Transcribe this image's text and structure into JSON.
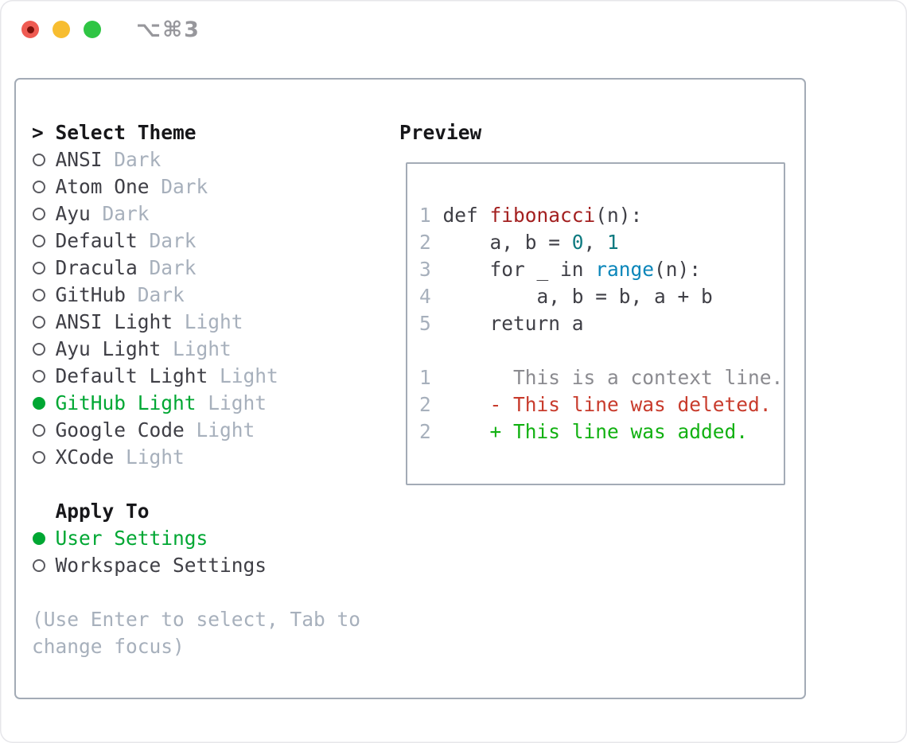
{
  "window": {
    "title": "⌥⌘3",
    "traffic_lights": [
      "close",
      "minimize",
      "zoom"
    ]
  },
  "colors": {
    "text_dark": "#3f3f46",
    "text_black": "#17171a",
    "text_muted": "#a7b0bc",
    "accent_green": "#00a733",
    "function_red": "#a32020",
    "number_teal": "#0e7a80",
    "builtin_blue": "#0b86ba",
    "context_gray": "#8b8b90",
    "deleted_red": "#c83b2c",
    "added_green": "#12b112",
    "border_gray": "#a3abb6",
    "title_gray": "#97979c",
    "light_red": "#ef5b52",
    "light_yellow": "#f7bd30",
    "light_green": "#2fc544"
  },
  "theme_panel": {
    "header_prefix": ">",
    "header": "Select Theme",
    "themes": [
      {
        "name": "ANSI",
        "variant": "Dark",
        "selected": false
      },
      {
        "name": "Atom One",
        "variant": "Dark",
        "selected": false
      },
      {
        "name": "Ayu",
        "variant": "Dark",
        "selected": false
      },
      {
        "name": "Default",
        "variant": "Dark",
        "selected": false
      },
      {
        "name": "Dracula",
        "variant": "Dark",
        "selected": false
      },
      {
        "name": "GitHub",
        "variant": "Dark",
        "selected": false
      },
      {
        "name": "ANSI Light",
        "variant": "Light",
        "selected": false
      },
      {
        "name": "Ayu Light",
        "variant": "Light",
        "selected": false
      },
      {
        "name": "Default Light",
        "variant": "Light",
        "selected": false
      },
      {
        "name": "GitHub Light",
        "variant": "Light",
        "selected": true
      },
      {
        "name": "Google Code",
        "variant": "Light",
        "selected": false
      },
      {
        "name": "XCode",
        "variant": "Light",
        "selected": false
      }
    ],
    "apply_to": {
      "header": "Apply To",
      "options": [
        {
          "label": "User Settings",
          "selected": true
        },
        {
          "label": "Workspace Settings",
          "selected": false
        }
      ]
    },
    "hint_line1": "(Use Enter to select, Tab to",
    "hint_line2": "change focus)"
  },
  "preview": {
    "header": "Preview",
    "code_lines": [
      {
        "num": "1",
        "segments": [
          {
            "text": "def ",
            "color": "plain"
          },
          {
            "text": "fibonacci",
            "color": "function"
          },
          {
            "text": "(n):",
            "color": "plain"
          }
        ]
      },
      {
        "num": "2",
        "segments": [
          {
            "text": "    a, b = ",
            "color": "plain"
          },
          {
            "text": "0",
            "color": "number"
          },
          {
            "text": ", ",
            "color": "plain"
          },
          {
            "text": "1",
            "color": "number"
          }
        ]
      },
      {
        "num": "3",
        "segments": [
          {
            "text": "    for _ in ",
            "color": "plain"
          },
          {
            "text": "range",
            "color": "builtin"
          },
          {
            "text": "(n):",
            "color": "plain"
          }
        ]
      },
      {
        "num": "4",
        "segments": [
          {
            "text": "        a, b = b, a + b",
            "color": "plain"
          }
        ]
      },
      {
        "num": "5",
        "segments": [
          {
            "text": "    return a",
            "color": "plain"
          }
        ]
      },
      {
        "num": "",
        "segments": []
      },
      {
        "num": "1",
        "segments": [
          {
            "text": "      This is a context line.",
            "color": "context"
          }
        ]
      },
      {
        "num": "2",
        "segments": [
          {
            "text": "    - This line was deleted.",
            "color": "deleted"
          }
        ]
      },
      {
        "num": "2",
        "segments": [
          {
            "text": "    + This line was added.",
            "color": "added"
          }
        ]
      }
    ]
  }
}
